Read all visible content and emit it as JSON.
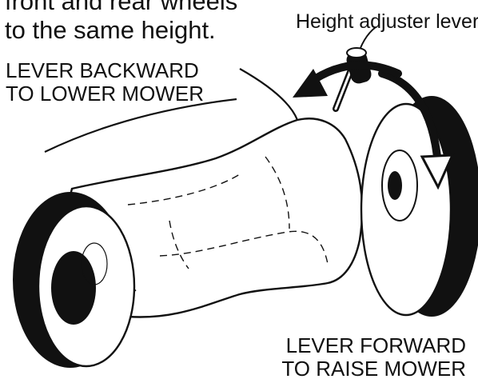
{
  "figure": {
    "intro_lines": [
      "front and rear wheels",
      "to the same height."
    ],
    "callouts": {
      "lever": "Height adjuster lever",
      "backward_line1": "LEVER BACKWARD",
      "backward_line2": "TO LOWER MOWER",
      "forward_line1": "LEVER FORWARD",
      "forward_line2": "TO RAISE MOWER"
    }
  },
  "colors": {
    "ink": "#111111",
    "paper": "#ffffff"
  }
}
